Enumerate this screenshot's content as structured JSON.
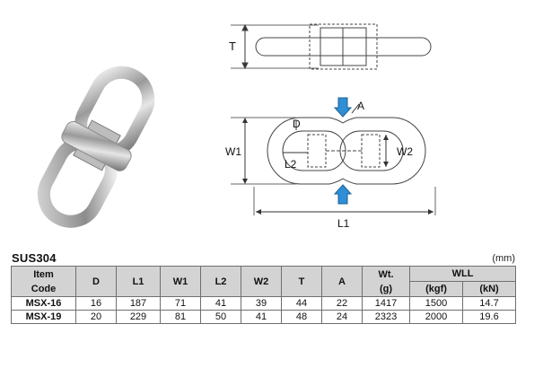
{
  "drawing": {
    "labels": {
      "T": "T",
      "D": "D",
      "A": "A",
      "W1": "W1",
      "W2": "W2",
      "L1": "L1",
      "L2": "L2"
    },
    "arrow_color": "#2f8fd6"
  },
  "table": {
    "material": "SUS304",
    "unit": "(mm)",
    "headers": {
      "item": "Item",
      "code": "Code",
      "D": "D",
      "L1": "L1",
      "W1": "W1",
      "L2": "L2",
      "W2": "W2",
      "T": "T",
      "A": "A",
      "wt": "Wt.",
      "wt_unit": "(g)",
      "wll": "WLL",
      "kgf": "(kgf)",
      "kn": "(kN)"
    },
    "rows": [
      {
        "code": "MSX-16",
        "D": "16",
        "L1": "187",
        "W1": "71",
        "L2": "41",
        "W2": "39",
        "T": "44",
        "A": "22",
        "wt": "1417",
        "kgf": "1500",
        "kn": "14.7"
      },
      {
        "code": "MSX-19",
        "D": "20",
        "L1": "229",
        "W1": "81",
        "L2": "50",
        "W2": "41",
        "T": "48",
        "A": "24",
        "wt": "2323",
        "kgf": "2000",
        "kn": "19.6"
      }
    ]
  }
}
